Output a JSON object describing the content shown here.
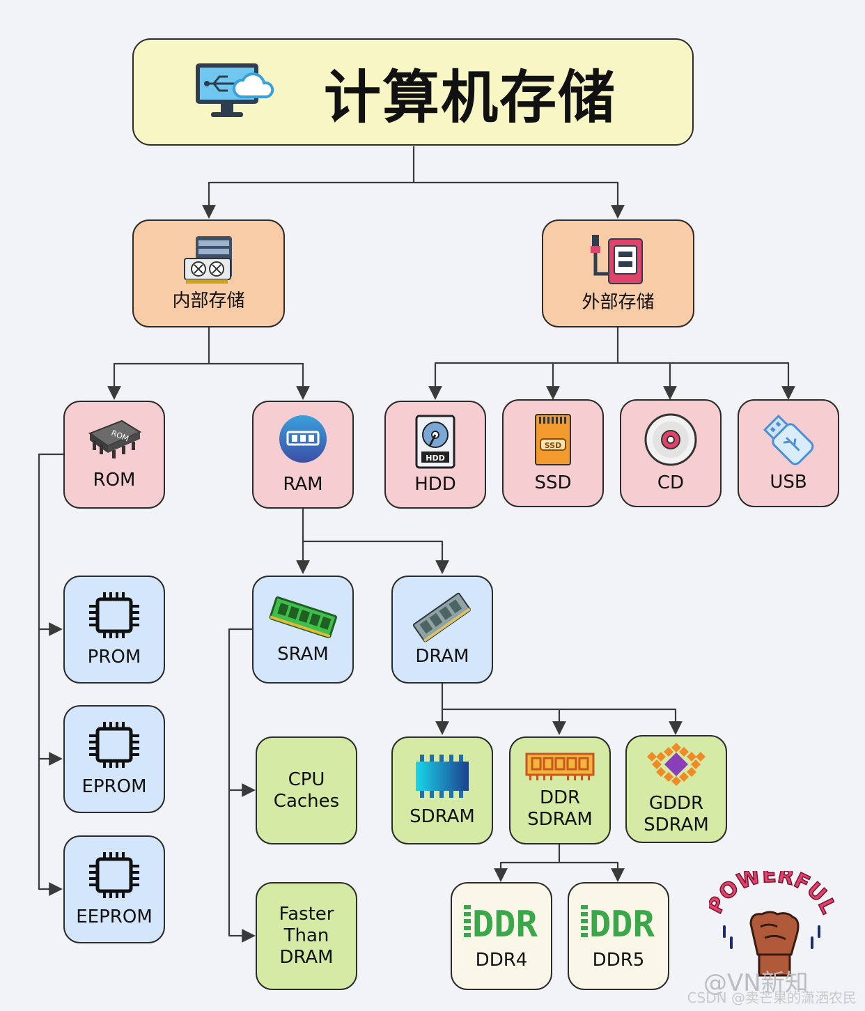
{
  "title": "计算机存储",
  "nodes": {
    "internal": "内部存储",
    "external": "外部存储",
    "rom": "ROM",
    "ram": "RAM",
    "hdd": "HDD",
    "ssd": "SSD",
    "cd": "CD",
    "usb": "USB",
    "prom": "PROM",
    "eprom": "EPROM",
    "eeprom": "EEPROM",
    "sram": "SRAM",
    "dram": "DRAM",
    "cpu_caches": "CPU\nCaches",
    "faster": "Faster\nThan\nDRAM",
    "sdram": "SDRAM",
    "ddr_sdram": "DDR\nSDRAM",
    "gddr_sdram": "GDDR\nSDRAM",
    "ddr4": "DDR4",
    "ddr5": "DDR5"
  },
  "icon_text": {
    "rom_chip": "ROM",
    "hdd_chip": "HDD",
    "ssd_chip": "SSD",
    "ddr_logo": "DDR"
  },
  "sticker": "POWERFUL",
  "watermark": "CSDN @卖芒果的潇洒农民",
  "watermark_overlay": "@VN新知",
  "colors": {
    "title_fill": "#f7f6c4",
    "orange_fill": "#f8cca6",
    "pink_fill": "#f6cdd0",
    "blue_fill": "#d4e6fc",
    "green_fill": "#d5eaa4",
    "cream_fill": "#fbf7e8",
    "ddr_green": "#3aa84a"
  }
}
